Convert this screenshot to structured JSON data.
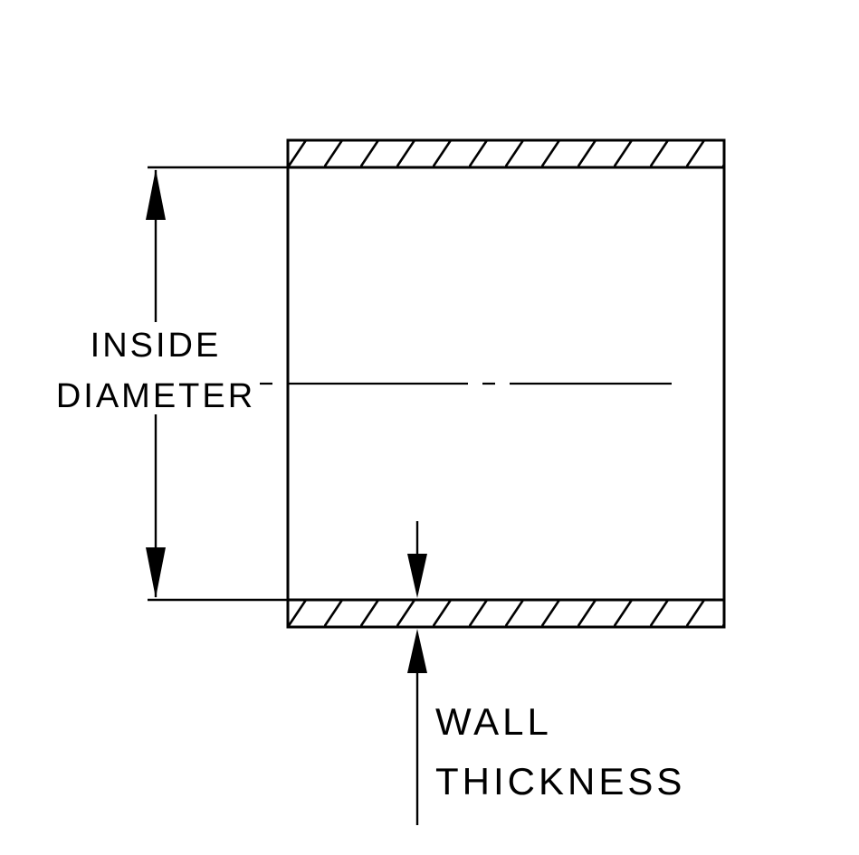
{
  "figure": {
    "labels": {
      "inside_diameter_line1": "INSIDE",
      "inside_diameter_line2": "DIAMETER",
      "wall_thickness_line1": "WALL",
      "wall_thickness_line2": "THICKNESS"
    },
    "colors": {
      "line": "#000000",
      "background": "#ffffff"
    }
  }
}
